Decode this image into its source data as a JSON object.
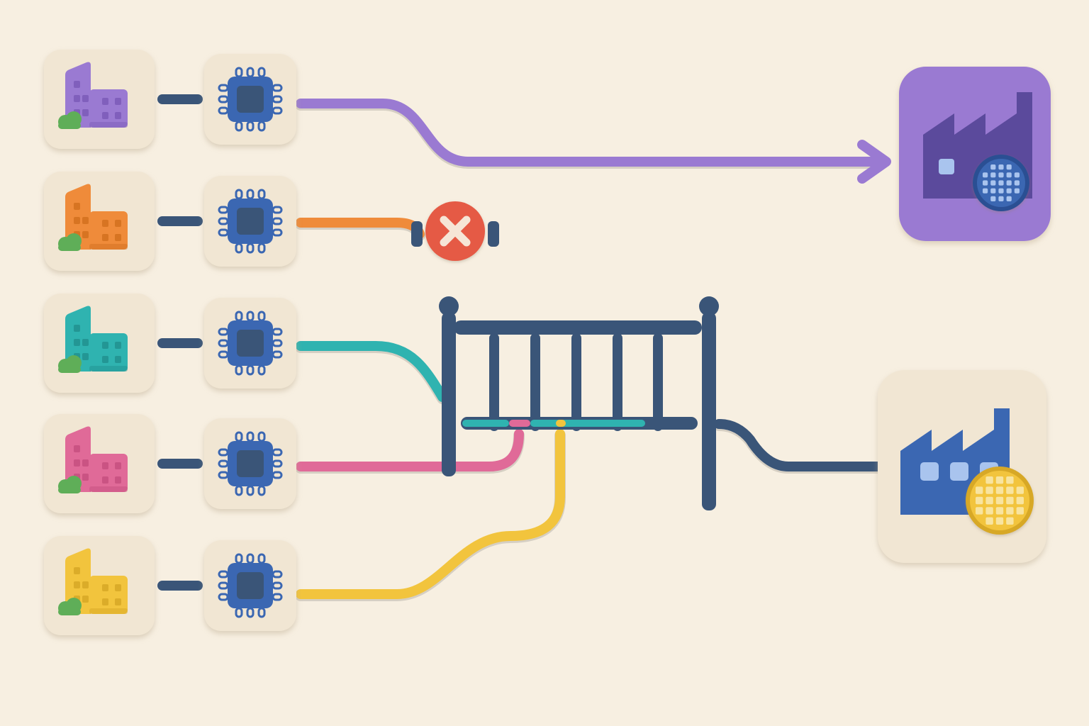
{
  "colors": {
    "background": "#f7efe1",
    "tile": "#f1e6d3",
    "tile_shadow": "#d8c9b0",
    "navy": "#3a5578",
    "chip_blue": "#3b67b2",
    "chip_core": "#3a5578",
    "blocked_red": "#e55a44",
    "leaf_green": "#5fae58"
  },
  "sources": [
    {
      "id": "purple",
      "color": "#9a7ad2",
      "dark": "#7b5bb8",
      "outcome": "direct-to-purple-factory"
    },
    {
      "id": "orange",
      "color": "#ef8b3a",
      "dark": "#d2701f",
      "outcome": "blocked"
    },
    {
      "id": "teal",
      "color": "#2fb3b0",
      "dark": "#21918f",
      "outcome": "gate"
    },
    {
      "id": "pink",
      "color": "#e06a98",
      "dark": "#c54f7f",
      "outcome": "gate"
    },
    {
      "id": "yellow",
      "color": "#f2c43d",
      "dark": "#d7a826",
      "outcome": "gate"
    }
  ],
  "destinations": {
    "purple_factory": {
      "tile": "#9a7ad2",
      "body": "#5b4a9c",
      "wafer": "#3b67b2",
      "wafer_grid": "#a9c4ee"
    },
    "blue_factory": {
      "tile": "#f1e6d3",
      "body": "#3b67b2",
      "wafer": "#f2c43d",
      "wafer_grid": "#f8e4a0"
    }
  },
  "icons": {
    "building": "building-icon",
    "chip": "chip-icon",
    "factory": "factory-icon",
    "wafer": "wafer-icon",
    "blocked": "blocked-x-icon",
    "gate": "gate-icon"
  }
}
